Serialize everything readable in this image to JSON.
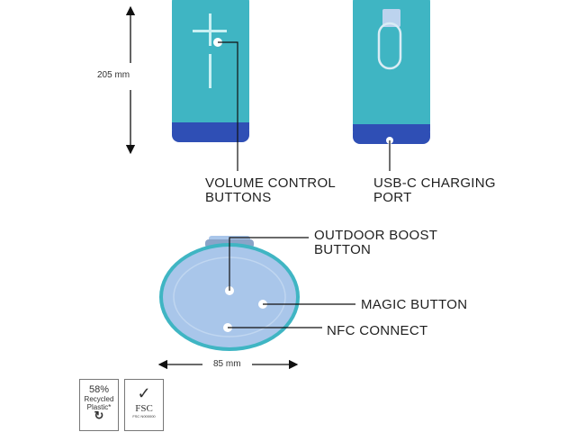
{
  "dimensions": {
    "height": "205 mm",
    "width": "85 mm"
  },
  "callouts": {
    "volume": [
      "VOLUME CONTROL",
      "BUTTONS"
    ],
    "usb": [
      "USB-C CHARGING",
      "PORT"
    ],
    "outdoor": [
      "OUTDOOR BOOST",
      "BUTTON"
    ],
    "magic": "MAGIC BUTTON",
    "nfc": "NFC CONNECT"
  },
  "badges": {
    "recycled": {
      "percent": "58%",
      "line1": "Recycled",
      "line2": "Plastic*"
    },
    "fsc": {
      "text": "FSC",
      "small": "FSC N000000"
    }
  },
  "colors": {
    "teal": "#3fb5c3",
    "blue": "#2f4fb5",
    "light_blue": "#a9c6ea",
    "line": "#1a1a1a"
  }
}
